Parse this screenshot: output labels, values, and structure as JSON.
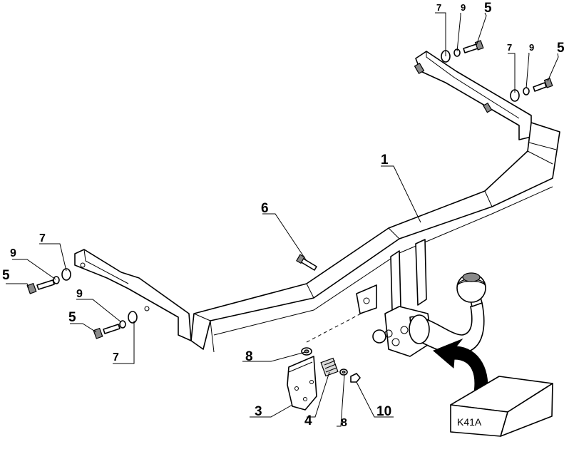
{
  "callouts": {
    "c1": "1",
    "c3": "3",
    "c4": "4",
    "c5_top_left": "5",
    "c5_top_right": "5",
    "c5_left_upper": "5",
    "c5_left_lower": "5",
    "c6": "6",
    "c7_top_left": "7",
    "c7_top_right": "7",
    "c7_left_upper": "7",
    "c7_left_lower": "7",
    "c8_upper": "8",
    "c8_lower": "8",
    "c9_top_left": "9",
    "c9_top_right": "9",
    "c9_left_upper": "9",
    "c9_left_lower": "9",
    "c10": "10"
  },
  "kit_box": {
    "label": "K41A"
  }
}
